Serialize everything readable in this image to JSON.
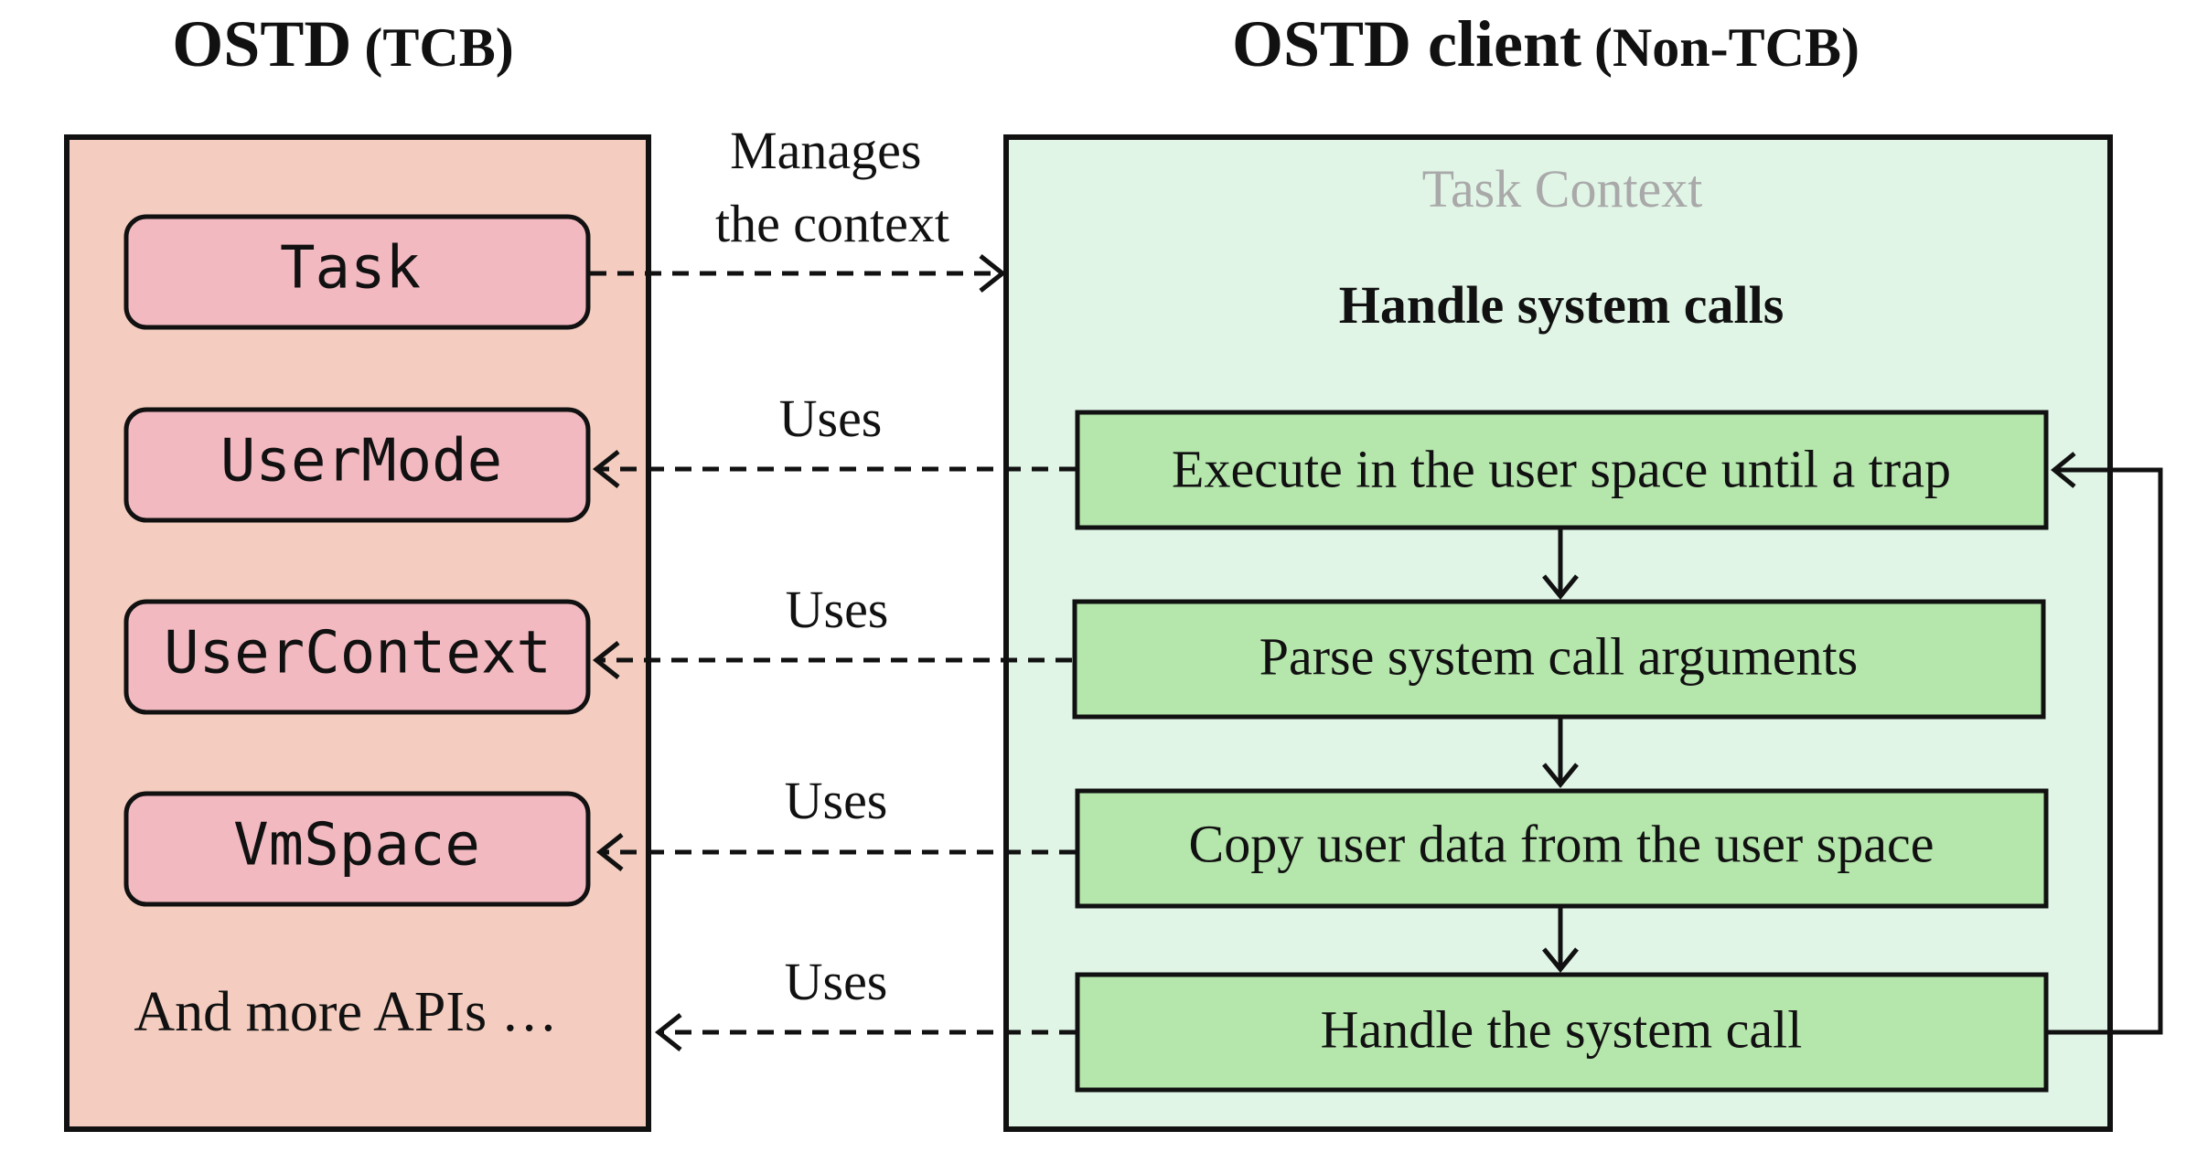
{
  "titles": {
    "left_main": "OSTD",
    "left_suffix": "(TCB)",
    "right_main": "OSTD client",
    "right_suffix": "(Non-TCB)"
  },
  "left_panel": {
    "items": [
      "Task",
      "UserMode",
      "UserContext",
      "VmSpace"
    ],
    "more": "And more APIs …"
  },
  "right_panel": {
    "context_label": "Task Context",
    "heading": "Handle system calls",
    "steps": [
      "Execute in the user space until a trap",
      "Parse system call arguments",
      "Copy user data from the user space",
      "Handle the system call"
    ]
  },
  "edges": {
    "manages_line1": "Manages",
    "manages_line2": "the context",
    "uses": [
      "Uses",
      "Uses",
      "Uses",
      "Uses"
    ]
  },
  "colors": {
    "left_panel_fill": "#f4cdc0",
    "api_box_fill": "#f2b9c0",
    "right_panel_fill": "#e0f5e6",
    "step_box_fill": "#b5e6ac",
    "context_label": "#a9a9a9",
    "stroke": "#111111"
  }
}
